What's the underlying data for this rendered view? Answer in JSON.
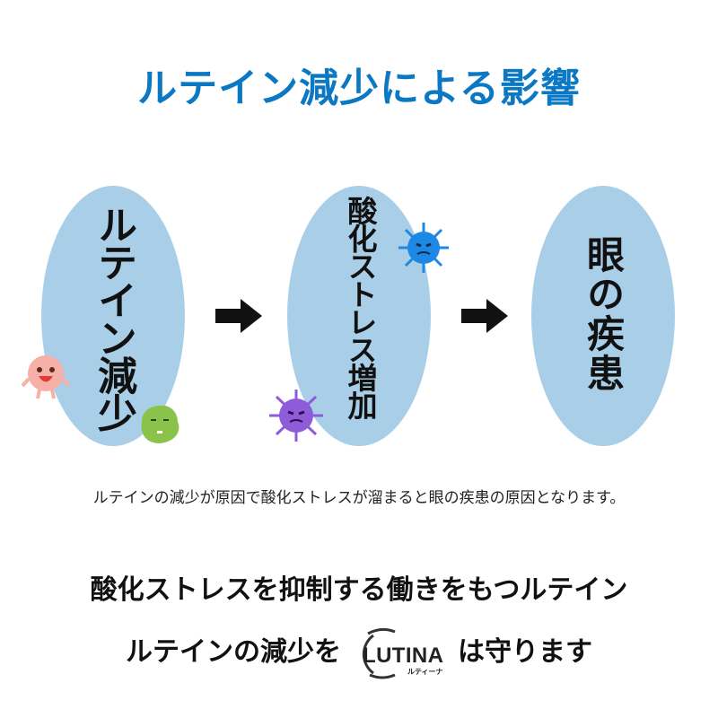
{
  "title": "ルテイン減少による影響",
  "steps": [
    {
      "label": "ルテイン減少"
    },
    {
      "label": "酸化ストレス増加"
    },
    {
      "label": "眼の疾患"
    }
  ],
  "caption": "ルテインの減少が原因で酸化ストレスが溜まると眼の疾患の原因となります。",
  "line1": "酸化ストレスを抑制する働きをもつルテイン",
  "line2_before": "ルテインの減少を",
  "line2_after": "は守ります",
  "logo": {
    "text": "LUTINA",
    "sub": "ルティーナ"
  },
  "colors": {
    "title": "#0b78c4",
    "ellipse": "#a9cfe8"
  }
}
